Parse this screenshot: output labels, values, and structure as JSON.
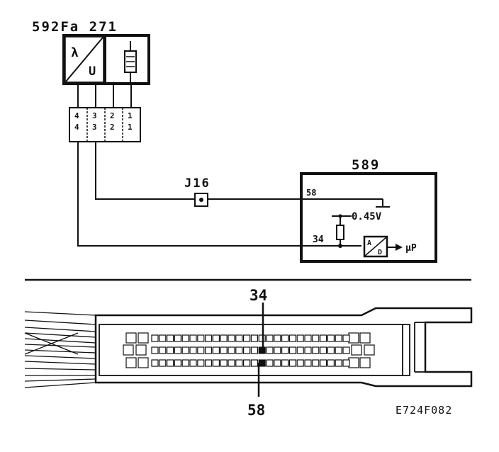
{
  "sensor": {
    "title": "592Fa 271",
    "converter_input_symbol": "λ",
    "converter_output_symbol": "U",
    "pins_top": [
      "4",
      "3",
      "2",
      "1"
    ],
    "pins_mid": [
      "4",
      "3",
      "2",
      "1"
    ]
  },
  "junction": {
    "label": "J16"
  },
  "ecu": {
    "title": "589",
    "pin_58": "58",
    "pin_34": "34",
    "reference_voltage": "0.45V",
    "adc_in": "A",
    "adc_out": "D",
    "mcu_label": "μP"
  },
  "connector": {
    "pin_top_callout": "34",
    "pin_bottom_callout": "58"
  },
  "figure_code": "E724F082"
}
